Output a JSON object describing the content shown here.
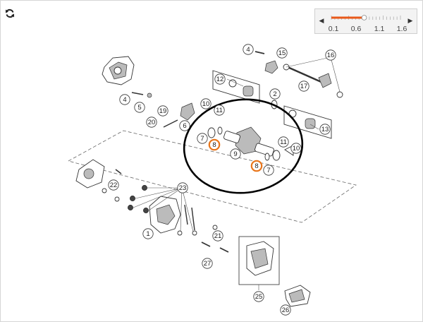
{
  "toolbar": {
    "refresh_icon": "refresh-icon",
    "zoom": {
      "ticks": [
        "0.1",
        "0.6",
        "1.1",
        "1.6"
      ],
      "level": 0.95,
      "accent_color": "#e8591a",
      "left_arrow": "◀",
      "right_arrow": "▶"
    }
  },
  "diagram": {
    "callouts": [
      "1",
      "2",
      "4",
      "4",
      "5",
      "6",
      "7",
      "7",
      "8",
      "8",
      "9",
      "10",
      "10",
      "11",
      "11",
      "12",
      "13",
      "15",
      "16",
      "17",
      "19",
      "20",
      "21",
      "22",
      "23",
      "25",
      "26",
      "27"
    ],
    "highlighted_callouts": [
      "8"
    ],
    "highlight_color": "#e8751a"
  }
}
